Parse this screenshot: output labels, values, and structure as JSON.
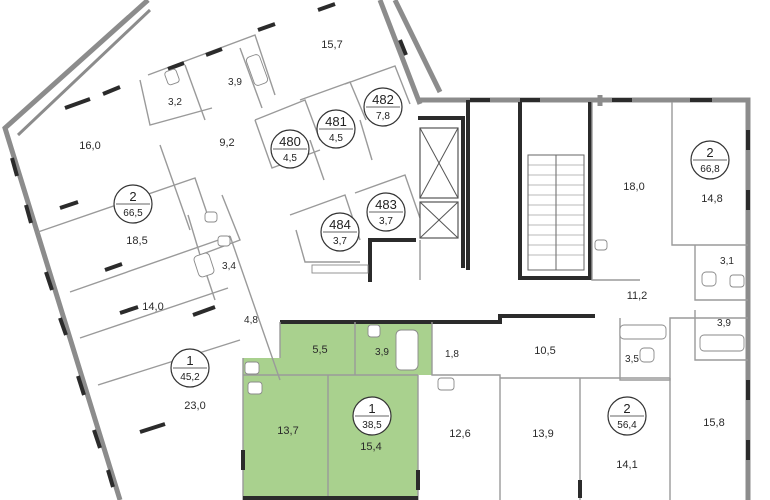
{
  "colors": {
    "highlight_fill": "#a9d18e",
    "wall": "#8c8c8c",
    "dark_wall": "#2b2b2b",
    "background": "#ffffff"
  },
  "rooms": [
    {
      "label": "15,7"
    },
    {
      "label": "3,9"
    },
    {
      "label": "3,2"
    },
    {
      "label": "9,2"
    },
    {
      "label": "16,0"
    },
    {
      "label": "18,5"
    },
    {
      "label": "3,4"
    },
    {
      "label": "14,0"
    },
    {
      "label": "4,8"
    },
    {
      "label": "23,0"
    },
    {
      "label": "5,5"
    },
    {
      "label": "3,9"
    },
    {
      "label": "13,7"
    },
    {
      "label": "15,4"
    },
    {
      "label": "1,8"
    },
    {
      "label": "10,5"
    },
    {
      "label": "12,6"
    },
    {
      "label": "13,9"
    },
    {
      "label": "3,5"
    },
    {
      "label": "14,1"
    },
    {
      "label": "15,8"
    },
    {
      "label": "11,2"
    },
    {
      "label": "3,9"
    },
    {
      "label": "3,1"
    },
    {
      "label": "18,0"
    },
    {
      "label": "14,8"
    }
  ],
  "circles": [
    {
      "num": "482",
      "area": "7,8"
    },
    {
      "num": "481",
      "area": "4,5"
    },
    {
      "num": "480",
      "area": "4,5"
    },
    {
      "num": "483",
      "area": "3,7"
    },
    {
      "num": "484",
      "area": "3,7"
    },
    {
      "num": "2",
      "area": "66,5"
    },
    {
      "num": "1",
      "area": "45,2"
    },
    {
      "num": "1",
      "area": "38,5"
    },
    {
      "num": "2",
      "area": "56,4"
    },
    {
      "num": "2",
      "area": "66,8"
    }
  ]
}
